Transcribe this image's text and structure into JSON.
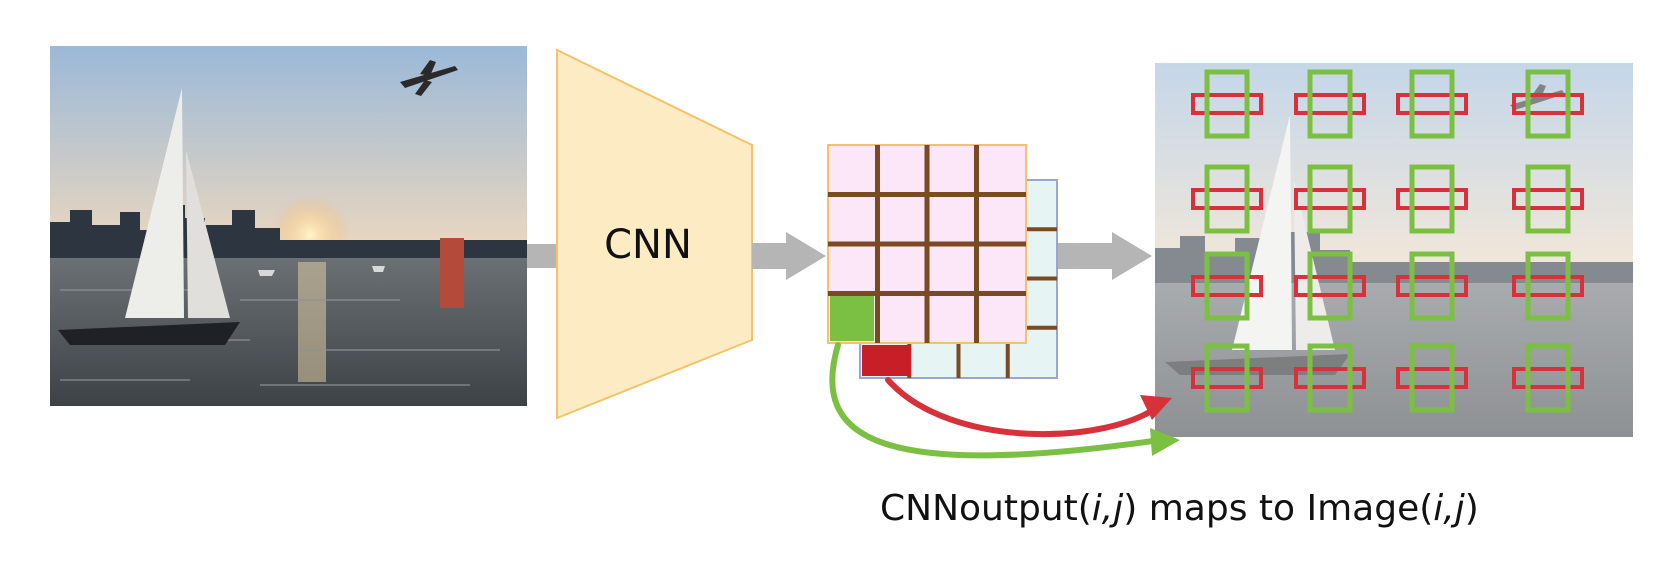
{
  "diagram": {
    "cnn_label": "CNN",
    "caption": {
      "prefix": "CNNoutput(",
      "idx": "i,j",
      "mid": ")  maps to Image(",
      "suffix": ")"
    },
    "grid": {
      "rows": 4,
      "cols": 4
    },
    "colors": {
      "cnn_fill": "#FDEBC3",
      "cnn_stroke": "#F5C26B",
      "front_cell": "#FBE7F7",
      "back_cell": "#E7F4F4",
      "grid_line": "#7A4A22",
      "highlight_green": "#7BC043",
      "highlight_red": "#C81E28",
      "arrow_gray": "#B5B5B5",
      "box_green": "#7BC043",
      "box_red": "#D7323C"
    }
  }
}
